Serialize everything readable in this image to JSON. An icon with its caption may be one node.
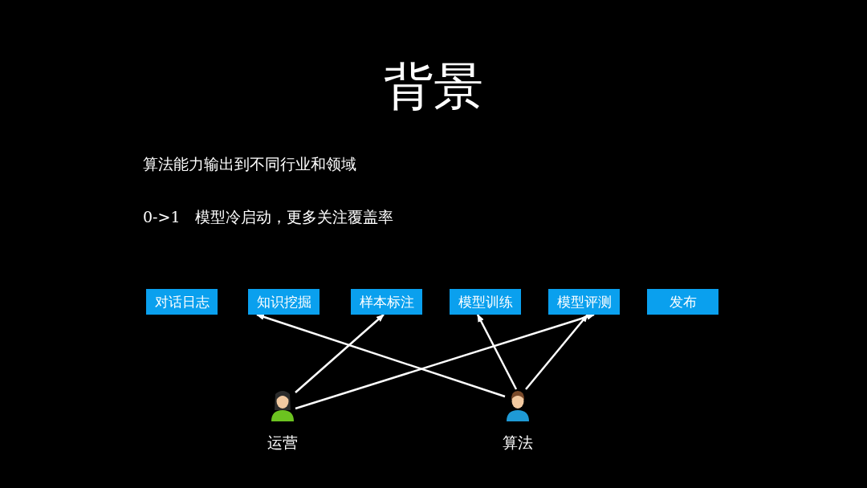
{
  "diagram": {
    "title": "背景",
    "nodes": [
      {
        "text": [
          "对话日志"
        ]
      },
      {
        "text": [
          "知识挖掘"
        ]
      },
      {
        "text": [
          "样本标注"
        ]
      },
      {
        "text": [
          "模型训练"
        ]
      },
      {
        "text": [
          "模型评测"
        ]
      },
      {
        "text": [
          "发布"
        ]
      },
      {
        "text": [],
        "shape": "person",
        "beside": [
          "运营"
        ]
      },
      {
        "text": [],
        "shape": "person",
        "beside": [
          "算法"
        ]
      }
    ],
    "edges": [
      {
        "from": 6,
        "to": 2,
        "arrow": "to"
      },
      {
        "from": 6,
        "to": 4,
        "arrow": "to"
      },
      {
        "from": 7,
        "to": 1,
        "arrow": "to"
      },
      {
        "from": 7,
        "to": 3,
        "arrow": "to"
      },
      {
        "from": 7,
        "to": 4,
        "arrow": "to"
      }
    ],
    "labels": [
      "算法能力输出到不同行业和领域",
      "0->1   模型冷启动，更多关注覆盖率"
    ]
  }
}
